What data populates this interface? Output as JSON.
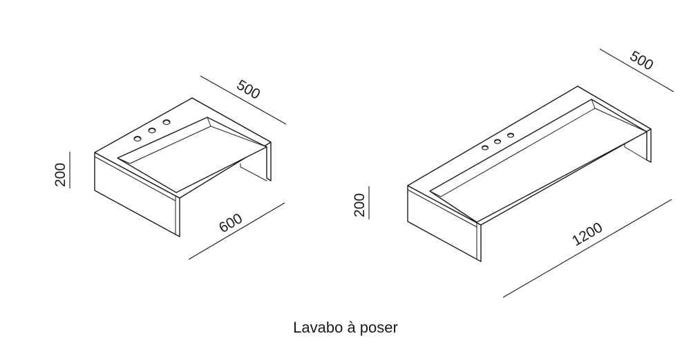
{
  "caption": "Lavabo à poser",
  "small_sink": {
    "depth_label": "500",
    "width_label": "600",
    "height_label": "200",
    "tap_holes": 3
  },
  "large_sink": {
    "depth_label": "500",
    "width_label": "1200",
    "height_label": "200",
    "tap_holes": 3
  }
}
